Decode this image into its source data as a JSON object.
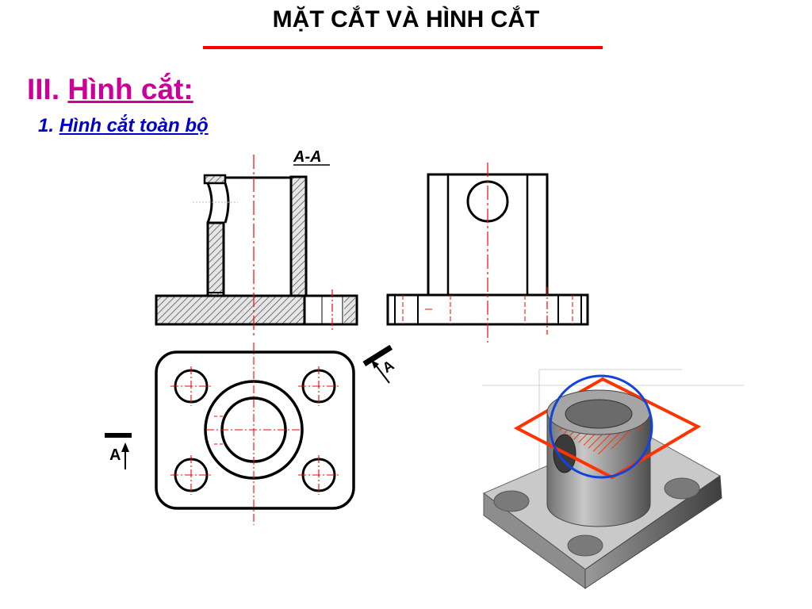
{
  "header": {
    "title": "MẶT CẮT VÀ HÌNH CẮT"
  },
  "section": {
    "number": "III.",
    "title": "Hình cắt:"
  },
  "subsection": {
    "number": "1.",
    "title": "Hình cắt toàn bộ "
  },
  "drawing": {
    "section_view_label": "A-A",
    "cut_label_left": "A",
    "cut_label_right": "A"
  },
  "colors": {
    "title_rule": "#ff0000",
    "section": "#cc0099",
    "subsection": "#0000cc",
    "centerline": "#ff0000",
    "cut_plane": "#ff3300",
    "cut_circle": "#1144dd"
  }
}
